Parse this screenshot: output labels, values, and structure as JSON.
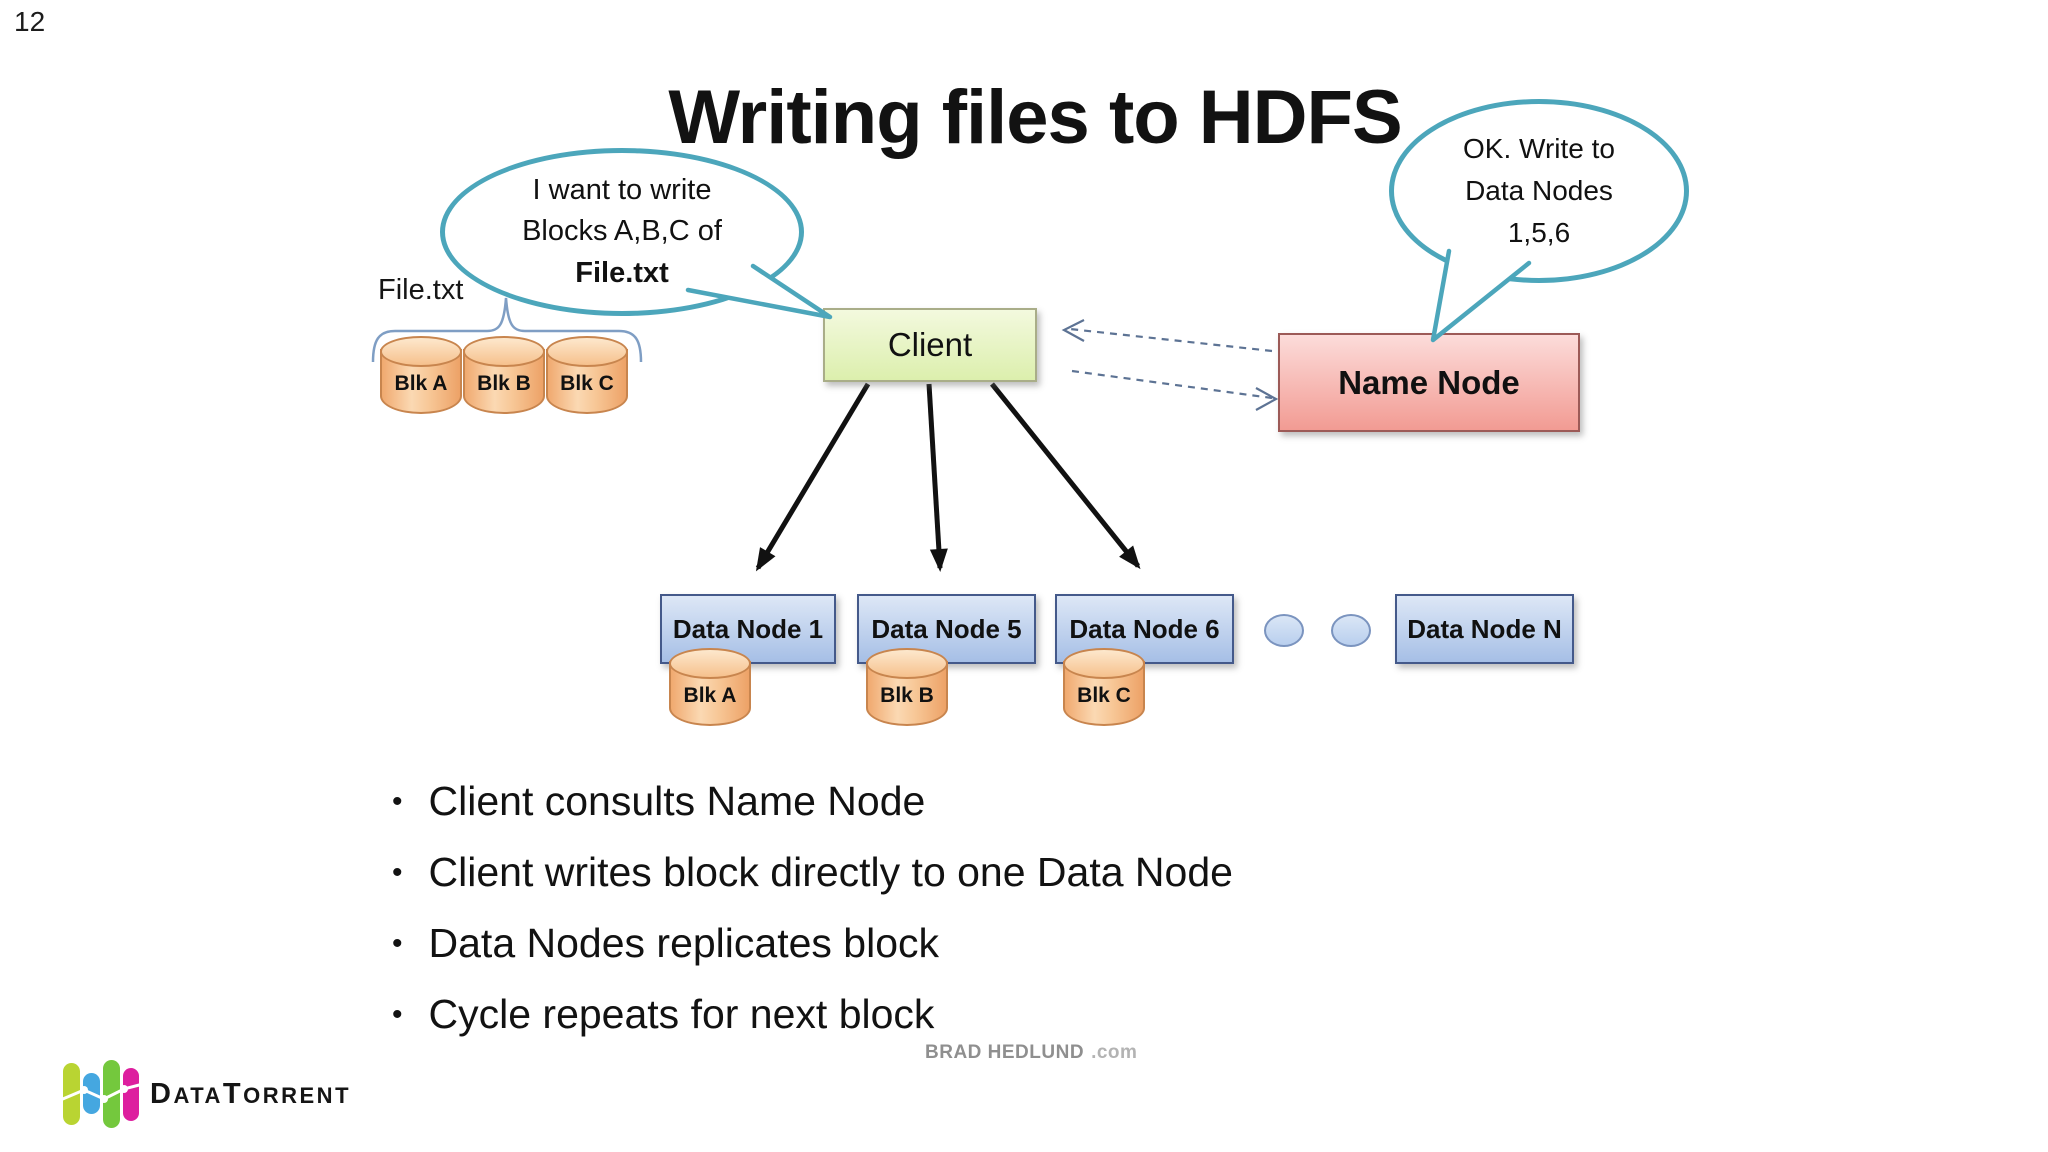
{
  "page_number": "12",
  "title": "Writing files to HDFS",
  "bullet_char": "•",
  "diagram": {
    "client_bubble": {
      "lines": [
        "I want to write",
        "Blocks A,B,C of",
        "File.txt"
      ]
    },
    "namenode_bubble": {
      "lines": [
        "OK. Write to",
        "Data Nodes",
        "1,5,6"
      ]
    },
    "file_label": "File.txt",
    "file_blocks": [
      "Blk A",
      "Blk B",
      "Blk C"
    ],
    "client_box_label": "Client",
    "namenode_box_label": "Name Node",
    "data_node_labels": [
      "Data Node 1",
      "Data Node 5",
      "Data Node 6"
    ],
    "data_node_n_label": "Data Node N",
    "node_blocks": [
      "Blk A",
      "Blk B",
      "Blk C"
    ]
  },
  "bullets": [
    "Client consults Name Node",
    "Client writes block directly to one Data Node",
    "Data Nodes replicates block",
    "Cycle repeats for next block"
  ],
  "watermark": {
    "name": "BRAD HEDLUND",
    "suffix": ".com"
  },
  "logo": {
    "part1": "D",
    "part2": "ATA",
    "part3": "T",
    "part4": "ORRENT"
  },
  "colors": {
    "bubble_stroke": "#4ca6bb",
    "client_box_green": "#dcefad",
    "namenode_box_pink": "#f29b93",
    "datanode_box_blue": "#a6bfe6",
    "cylinder_orange": "#f7c695",
    "dashed_arrow": "#5d7394",
    "solid_arrow": "#111111",
    "brace_blue": "#7f9ec4",
    "logo_lime": "#b9d432",
    "logo_blue": "#45a7e0",
    "logo_green": "#74c83d",
    "logo_magenta": "#dd1f9f"
  }
}
